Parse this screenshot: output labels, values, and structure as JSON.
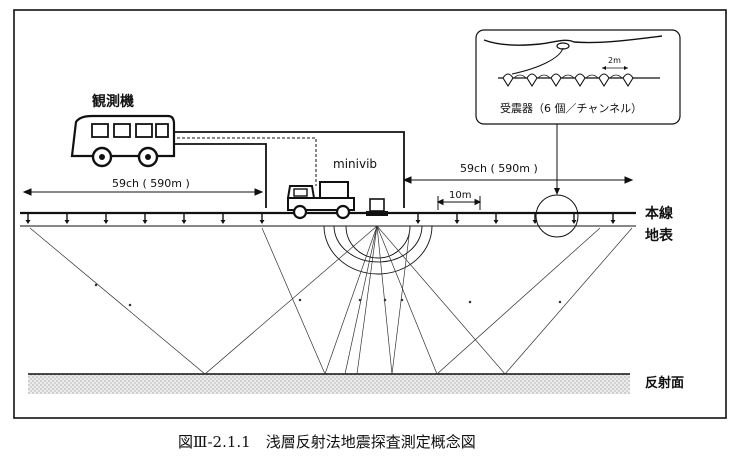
{
  "figure": {
    "caption": "図Ⅲ-2.1.1　浅層反射法地震探査測定概念図"
  },
  "labels": {
    "recorder_vehicle": "観測機",
    "source_vehicle": "minivib",
    "left_spread": "59ch ( 590m )",
    "right_spread": "59ch ( 590m )",
    "station_spacing": "10m",
    "main_line": "本線",
    "ground_surface": "地表",
    "reflector": "反射面"
  },
  "inset": {
    "geophone_spacing": "2m",
    "caption": "受震器（6 個／チャンネル）"
  },
  "colors": {
    "line": "#111111",
    "paper": "#ffffff",
    "reflector_fill": "#d8d8d8"
  }
}
